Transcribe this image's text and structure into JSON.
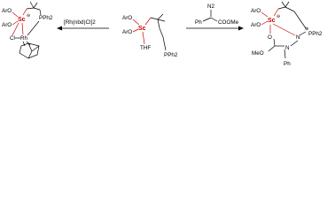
{
  "colors": {
    "scandium": "#cc0000",
    "ink": "#000000",
    "background": "#ffffff"
  },
  "reagents": {
    "left": "[Rh(nbd)Cl]2",
    "right_diazo_top": "N2",
    "right_ester": "COOMe",
    "right_phenyl": "Ph"
  },
  "starting_complex": {
    "scandium": "Sc",
    "aryloxide_top": "ArO",
    "aryloxide_left": "ArO",
    "thf": "THF",
    "phosphine": "PPh2"
  },
  "rhodium_product": {
    "scandium": "Sc",
    "aryloxide_top": "ArO",
    "aryloxide_left": "ArO",
    "phosphine": "PPh2",
    "chloride": "Cl",
    "rhodium": "Rh",
    "charge": "⊖"
  },
  "diazo_product": {
    "scandium": "Sc",
    "aryloxide_top": "ArO",
    "aryloxide_left": "ArO",
    "phosphine": "PPh2",
    "nitrogen_1": "N",
    "nitrogen_2": "N",
    "ester": "MeO",
    "carbonyl_o": "O",
    "phenyl": "Ph",
    "charge_sc": "⊖",
    "charge_p": "⊕"
  }
}
